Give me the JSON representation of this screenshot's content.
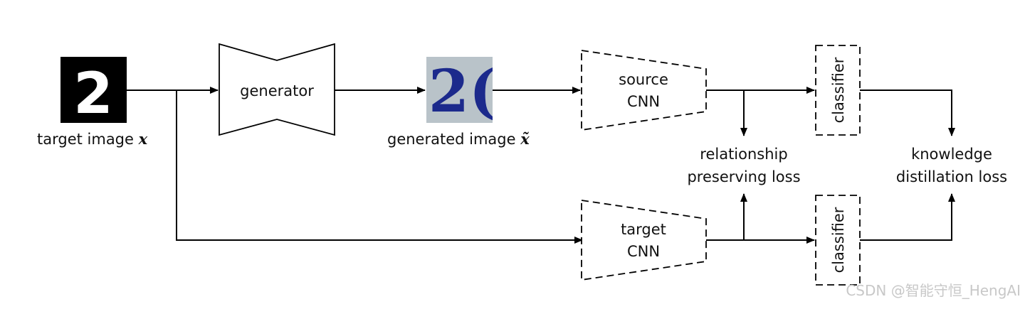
{
  "diagram": {
    "target_image_label": "target image ",
    "target_image_var": "x",
    "target_digit": "2",
    "generator_label": "generator",
    "generated_digit": "2(",
    "generated_image_label": "generated image ",
    "generated_image_var": "x̃",
    "source_cnn_line1": "source",
    "source_cnn_line2": "CNN",
    "target_cnn_line1": "target",
    "target_cnn_line2": "CNN",
    "classifier_top": "classifier",
    "classifier_bottom": "classifier",
    "rp_loss_line1": "relationship",
    "rp_loss_line2": "preserving loss",
    "kd_loss_line1": "knowledge",
    "kd_loss_line2": "distillation loss"
  },
  "watermark": "CSDN @智能守恒_HengAI",
  "colors": {
    "line": "#000000",
    "text": "#111111",
    "generated_bg": "#b9c3c9",
    "generated_digit": "#1c2a8c",
    "target_bg": "#000000",
    "target_digit": "#ffffff"
  }
}
